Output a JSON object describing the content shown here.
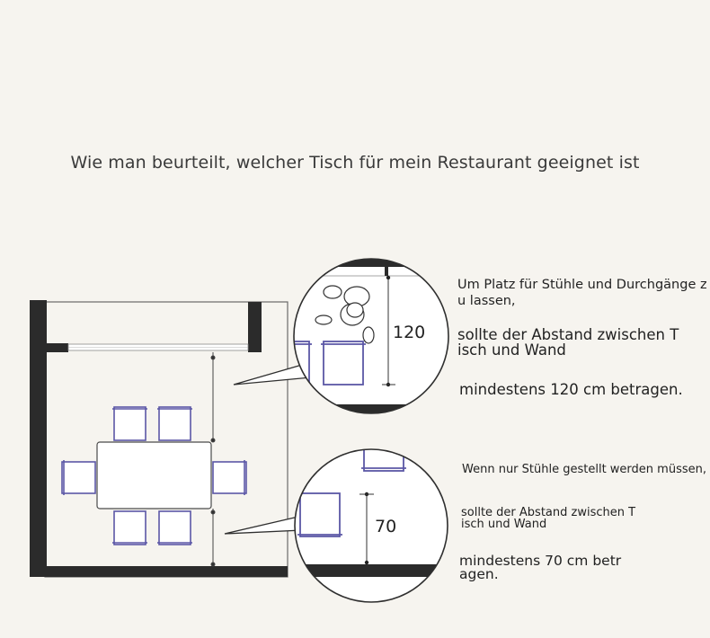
{
  "title": "Wie man beurteilt, welcher Tisch für mein Restaurant geeignet ist",
  "callout_top": {
    "dimension": "120",
    "line1": "Um Platz für Stühle und Durchgänge z",
    "line2": "u lassen,",
    "line3": "sollte der Abstand zwischen T",
    "line4": "isch und Wand",
    "line5": "mindestens 120 cm betragen."
  },
  "callout_bottom": {
    "dimension": "70",
    "line1": "Wenn nur Stühle gestellt werden müssen,",
    "line2": "sollte der Abstand zwischen T",
    "line3": "isch und Wand",
    "line4": "mindestens 70 cm betr",
    "line5": "agen."
  },
  "colors": {
    "background": "#f6f4ef",
    "wall": "#2b2b2b",
    "chair_outline": "#5b57a6",
    "line": "#555555"
  }
}
